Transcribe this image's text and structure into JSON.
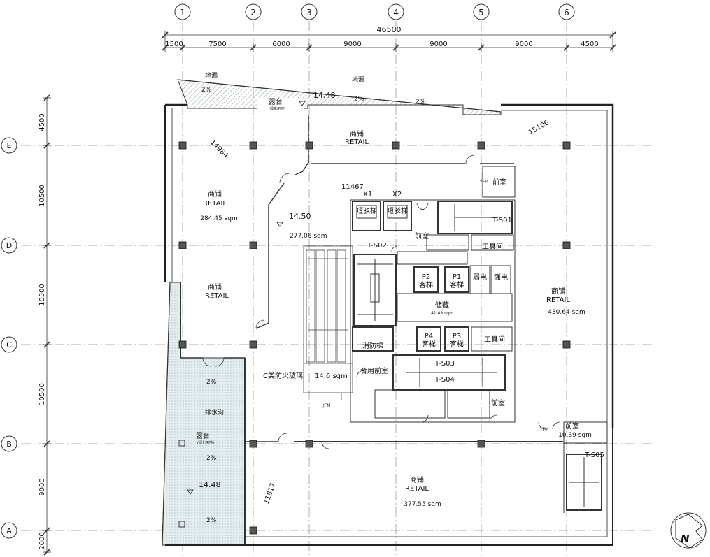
{
  "grid": {
    "columns": [
      "1",
      "2",
      "3",
      "4",
      "5",
      "6"
    ],
    "rows": [
      "E",
      "D",
      "C",
      "B",
      "A"
    ]
  },
  "dimensions": {
    "total": "46500",
    "spans": [
      "1500",
      "7500",
      "6000",
      "9000",
      "9000",
      "9000",
      "4500"
    ],
    "left": [
      "4500",
      "10500",
      "10500",
      "10500",
      "9000",
      "2000"
    ]
  },
  "diagonals": [
    "14984",
    "15106",
    "11467",
    "11817"
  ],
  "levels": [
    "14.48",
    "14.50",
    "14.48"
  ],
  "labels": {
    "floor_drain": "地漏",
    "slope": "2%",
    "terrace": "露台",
    "terrace_note": "(绿化用地)",
    "terrace_note2": "(绿化用地)",
    "drain_channel": "排水沟",
    "retail_cn": "商铺",
    "retail_en": "RETAIL",
    "fire_glass": "C类防火玻璃",
    "shuttle": "短驳梯",
    "lobby": "前室",
    "storage": "储藏",
    "passenger_lift": "客梯",
    "fire_lift": "消防梯",
    "combined_lobby": "合用前室",
    "tool_room": "工具间",
    "weak_elec": "弱电",
    "strong_elec": "强电",
    "x1": "X1",
    "x2": "X2",
    "yfm": "YFM",
    "jfm": "JFM",
    "north": "N"
  },
  "areas": {
    "retail_nw": "284.45 sqm",
    "atrium": "277.06 sqm",
    "retail_e": "430.64 sqm",
    "retail_s": "377.55 sqm",
    "escalator": "14.6 sqm",
    "storage": "41.48 sqm",
    "lobby_b": "10.39 sqm"
  },
  "rooms": {
    "lifts": [
      "P2",
      "P1",
      "P4",
      "P3"
    ],
    "stairs": [
      "T-S01",
      "T-S02",
      "T-S03",
      "T-S04",
      "T-S05"
    ]
  }
}
